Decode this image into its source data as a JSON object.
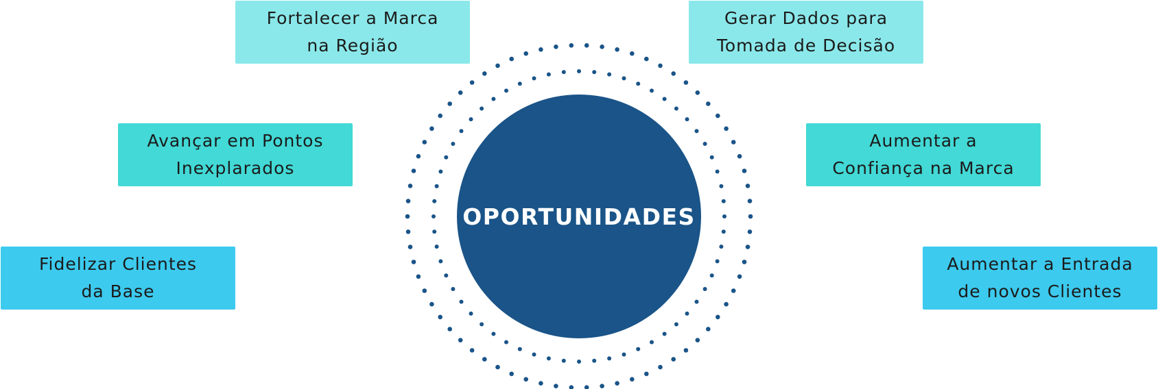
{
  "colors": {
    "center_fill": "#1a5488",
    "dots": "#1a5488",
    "light_cyan": "#8be8ea",
    "mid_cyan": "#42d9d6",
    "bright_cyan": "#3ccaee",
    "text_dark": "#1b1b1b",
    "text_light": "#ffffff"
  },
  "center": {
    "title": "OPORTUNIDADES"
  },
  "boxes": {
    "top_left": {
      "line1": "Fortalecer a Marca",
      "line2": "na Região"
    },
    "top_right": {
      "line1": "Gerar Dados para",
      "line2": "Tomada de Decisão"
    },
    "mid_left": {
      "line1": "Avançar em Pontos",
      "line2": "Inexplarados"
    },
    "mid_right": {
      "line1": "Aumentar a",
      "line2": "Confiança na Marca"
    },
    "bottom_left": {
      "line1": "Fidelizar Clientes",
      "line2": "da Base"
    },
    "bottom_right": {
      "line1": "Aumentar a Entrada",
      "line2": "de novos Clientes"
    }
  }
}
